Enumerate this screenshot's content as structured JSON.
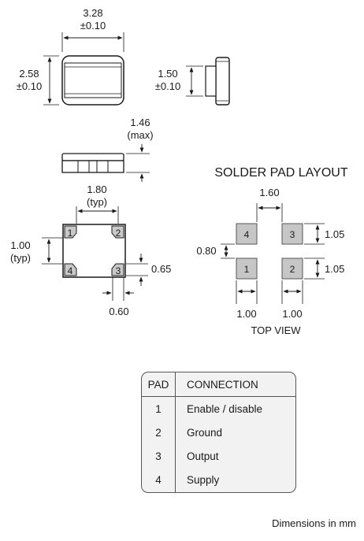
{
  "dimensions": {
    "length": "3.28",
    "length_tol": "±0.10",
    "width": "2.58",
    "width_tol": "±0.10",
    "side_height": "1.50",
    "side_height_tol": "±0.10",
    "max_height": "1.46",
    "max_note": "(max)",
    "pad_pitch_x": "1.80",
    "pad_pitch_x_note": "(typ)",
    "pad_pitch_y": "1.00",
    "pad_pitch_y_note": "(typ)",
    "pad_height_bottom": "0.65",
    "pad_width_bottom": "0.60"
  },
  "package_pads": [
    "1",
    "2",
    "3",
    "4"
  ],
  "solder_layout": {
    "title": "SOLDER PAD LAYOUT",
    "gap_x": "1.60",
    "gap_y": "0.80",
    "pad_len_top": "1.05",
    "pad_len_bottom": "1.05",
    "pad_w_left": "1.00",
    "pad_w_right": "1.00",
    "view_label": "TOP VIEW",
    "pads": [
      "4",
      "3",
      "1",
      "2"
    ]
  },
  "pad_table": {
    "headers": [
      "PAD",
      "CONNECTION"
    ],
    "rows": [
      {
        "pad": "1",
        "connection": "Enable / disable"
      },
      {
        "pad": "2",
        "connection": "Ground"
      },
      {
        "pad": "3",
        "connection": "Output"
      },
      {
        "pad": "4",
        "connection": "Supply"
      }
    ]
  },
  "footer": "Dimensions in mm"
}
